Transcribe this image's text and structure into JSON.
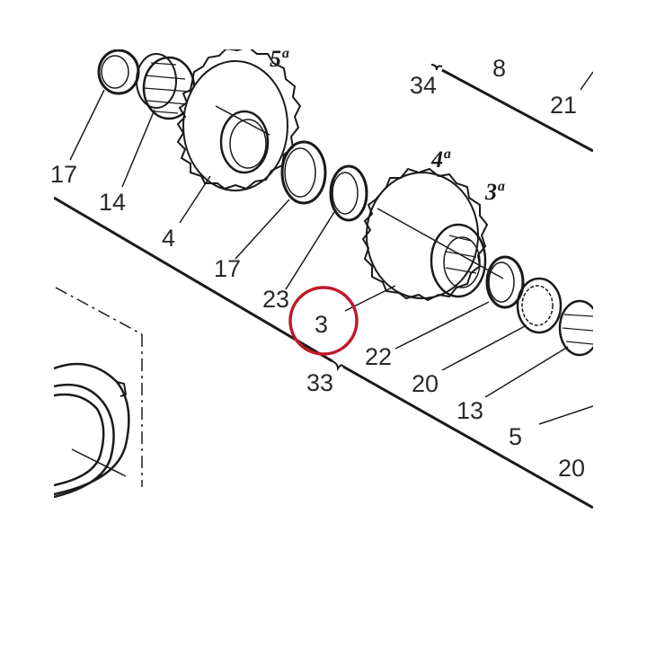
{
  "diagram": {
    "highlight_color": "#c0182a",
    "ink_color": "#1a1a1a",
    "callouts": {
      "part_17_left": "17",
      "part_14": "14",
      "part_4": "4",
      "part_17_mid": "17",
      "part_23": "23",
      "part_3_highlighted": "3",
      "part_33": "33",
      "part_22": "22",
      "part_20": "20",
      "part_13": "13",
      "part_5": "5",
      "part_20_edge": "20",
      "part_34": "34",
      "part_8": "8",
      "part_21": "21"
    },
    "gear_marks": {
      "fifth": "5ª",
      "fourth": "4ª",
      "third": "3ª"
    }
  }
}
